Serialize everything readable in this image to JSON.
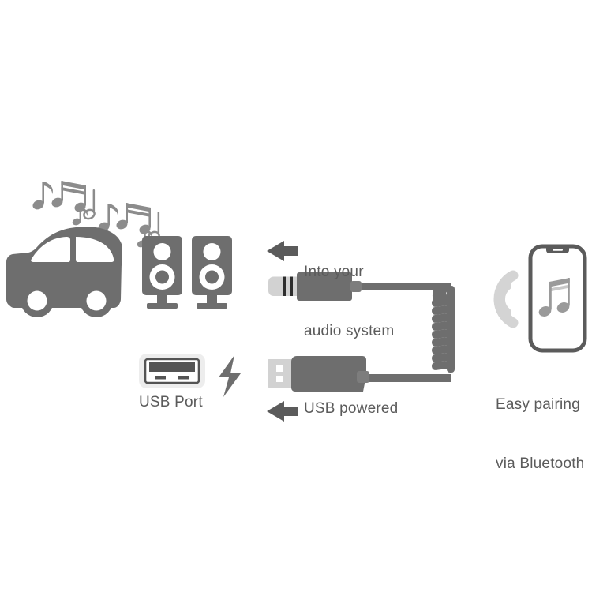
{
  "diagram": {
    "title": "Bluetooth car audio receiver connection diagram",
    "background_color": "#ffffff"
  },
  "colors": {
    "primary_gray": "#6e6e6e",
    "dark_gray": "#5b5b5b",
    "mid_gray": "#767676",
    "light_gray": "#d0d0d0",
    "pale_gray": "#e8e8e8",
    "near_white": "#f4f4f4",
    "white": "#ffffff",
    "text": "#5b5b5b"
  },
  "labels": {
    "into_audio_system_line1": "Into your",
    "into_audio_system_line2": "audio system",
    "usb_powered": "USB powered",
    "usb_port": "USB Port",
    "easy_pairing_line1": "Easy pairing",
    "easy_pairing_line2": "via Bluetooth"
  },
  "icons": {
    "car": "car-icon",
    "music_notes": "music-notes-icon",
    "speaker_left": "speaker-icon",
    "speaker_right": "speaker-icon",
    "usb_port": "usb-port-icon",
    "lightning": "lightning-bolt-icon",
    "arrow_audio": "arrow-left-icon",
    "arrow_usb": "arrow-left-icon",
    "aux_plug": "aux-35mm-plug-icon",
    "usb_plug": "usb-plug-icon",
    "coiled_cable": "coiled-cable-icon",
    "bluetooth_waves": "signal-waves-icon",
    "smartphone": "smartphone-icon",
    "phone_music_note": "music-note-icon"
  }
}
